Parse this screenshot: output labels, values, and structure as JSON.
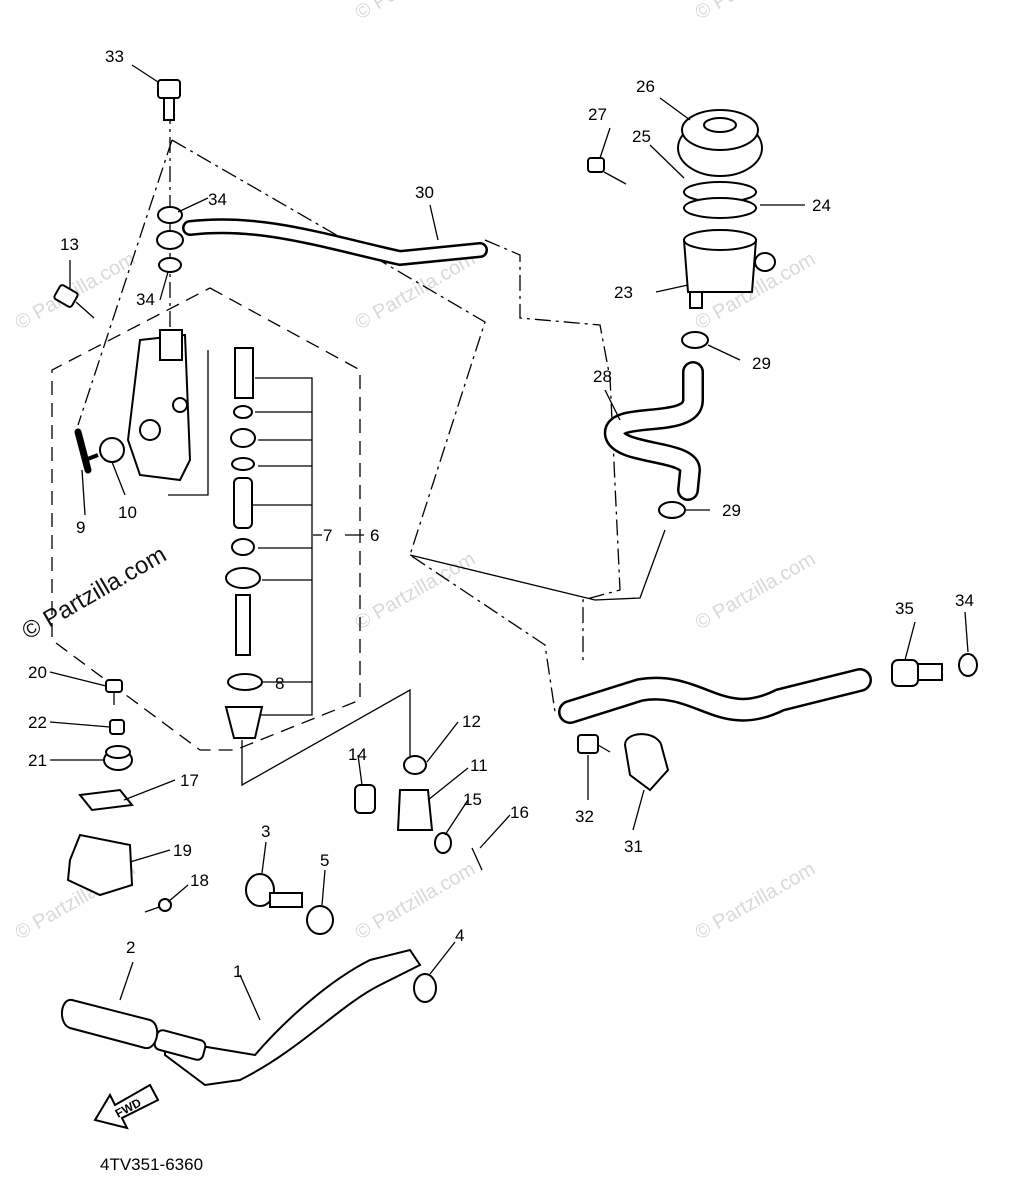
{
  "diagram_code": "4TV351-6360",
  "fwd_label": "FWD",
  "watermark_text": "© Partzilla.com",
  "callouts": {
    "c1": "1",
    "c2": "2",
    "c3": "3",
    "c4": "4",
    "c5": "5",
    "c6": "6",
    "c7": "7",
    "c8": "8",
    "c9": "9",
    "c10": "10",
    "c11": "11",
    "c12": "12",
    "c13": "13",
    "c14": "14",
    "c15": "15",
    "c16": "16",
    "c17": "17",
    "c18": "18",
    "c19": "19",
    "c20": "20",
    "c21": "21",
    "c22": "22",
    "c23": "23",
    "c24": "24",
    "c25": "25",
    "c26": "26",
    "c27": "27",
    "c28": "28",
    "c29a": "29",
    "c29b": "29",
    "c30": "30",
    "c31": "31",
    "c32": "32",
    "c33": "33",
    "c34a": "34",
    "c34b": "34",
    "c34c": "34",
    "c35": "35"
  }
}
